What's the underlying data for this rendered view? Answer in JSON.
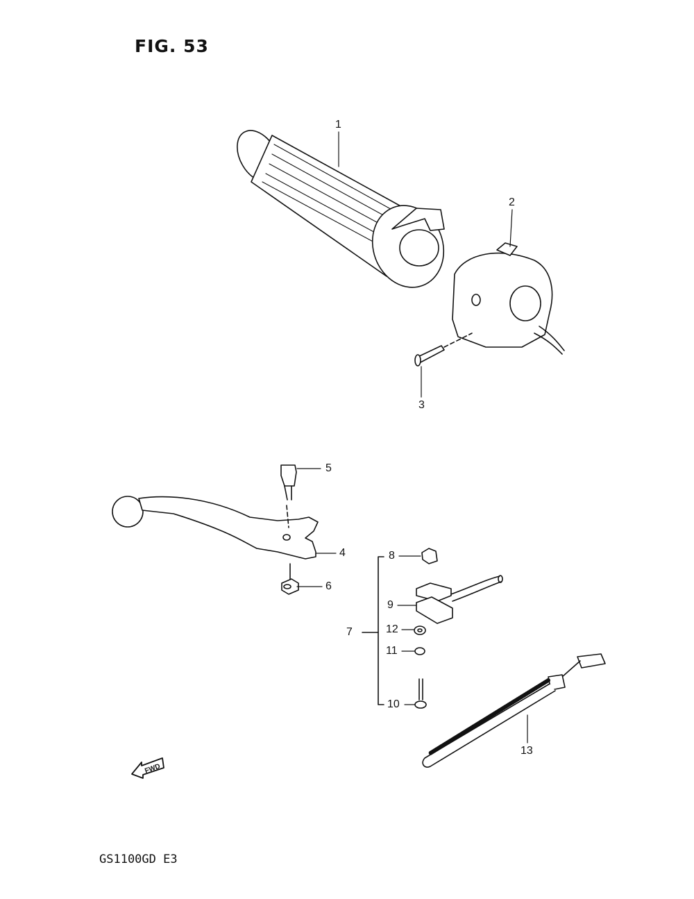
{
  "figure": {
    "title": "FIG. 53",
    "model": "GS1100GD  E3"
  },
  "callouts": {
    "c1": "1",
    "c2": "2",
    "c3": "3",
    "c4": "4",
    "c5": "5",
    "c6": "6",
    "c7": "7",
    "c8": "8",
    "c9": "9",
    "c10": "10",
    "c11": "11",
    "c12": "12",
    "c13": "13"
  },
  "fwd_arrow": {
    "label": "FWD"
  }
}
